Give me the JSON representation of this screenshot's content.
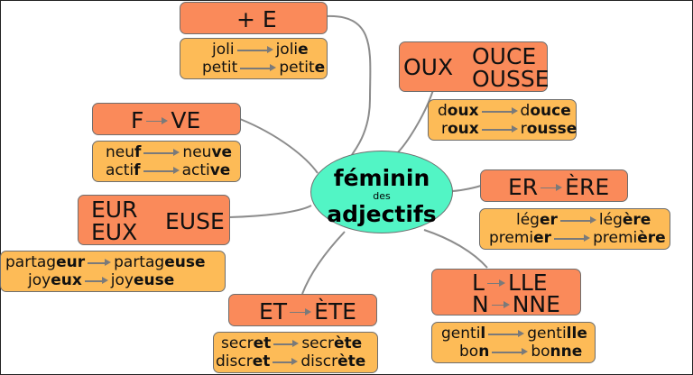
{
  "center": {
    "line1": "féminin",
    "line2": "des",
    "line3": "adjectifs"
  },
  "branches": {
    "e": {
      "rule": "+ E",
      "examples": [
        {
          "a": "joli",
          "b_stem": "joli",
          "b_end": "e"
        },
        {
          "a": "petit",
          "b_stem": "petit",
          "b_end": "e"
        }
      ]
    },
    "oux": {
      "from": "OUX",
      "to1": "OUCE",
      "to2": "OUSSE",
      "examples": [
        {
          "a_pre": "d",
          "a_bold": "oux",
          "b_pre": "d",
          "b_bold": "ouce"
        },
        {
          "a_pre": "r",
          "a_bold": "oux",
          "b_pre": "r",
          "b_bold": "ousse"
        }
      ]
    },
    "fve": {
      "from": "F",
      "to": "VE",
      "examples": [
        {
          "a_pre": "neu",
          "a_bold": "f",
          "b_pre": "neu",
          "b_bold": "ve"
        },
        {
          "a_pre": "acti",
          "a_bold": "f",
          "b_pre": "acti",
          "b_bold": "ve"
        }
      ]
    },
    "er": {
      "from": "ER",
      "to": "ÈRE",
      "examples": [
        {
          "a_pre": "lég",
          "a_bold": "er",
          "b_pre": "lég",
          "b_bold": "ère"
        },
        {
          "a_pre": "premi",
          "a_bold": "er",
          "b_pre": "premi",
          "b_bold": "ère"
        }
      ]
    },
    "eur": {
      "from1": "EUR",
      "from2": "EUX",
      "to": "EUSE",
      "examples": [
        {
          "a_pre": "partag",
          "a_bold": "eur",
          "b_pre": "partag",
          "b_bold": "euse"
        },
        {
          "a_pre": "joy",
          "a_bold": "eux",
          "b_pre": "joy",
          "b_bold": "euse"
        }
      ]
    },
    "lle": {
      "from1": "L",
      "to1": "LLE",
      "from2": "N",
      "to2": "NNE",
      "examples": [
        {
          "a_pre": "genti",
          "a_bold": "l",
          "b_pre": "genti",
          "b_bold": "lle"
        },
        {
          "a_pre": "bo",
          "a_bold": "n",
          "b_pre": "bo",
          "b_bold": "nne"
        }
      ]
    },
    "et": {
      "from": "ET",
      "to": "ÈTE",
      "examples": [
        {
          "a_pre": "secr",
          "a_bold": "et",
          "b_pre": "secr",
          "b_bold": "ète"
        },
        {
          "a_pre": "discr",
          "a_bold": "et",
          "b_pre": "discr",
          "b_bold": "ète"
        }
      ]
    }
  },
  "colors": {
    "rule": "#fa8a5a",
    "example": "#fdbb57",
    "center": "#52f5c5",
    "line": "#8c8c8c"
  }
}
